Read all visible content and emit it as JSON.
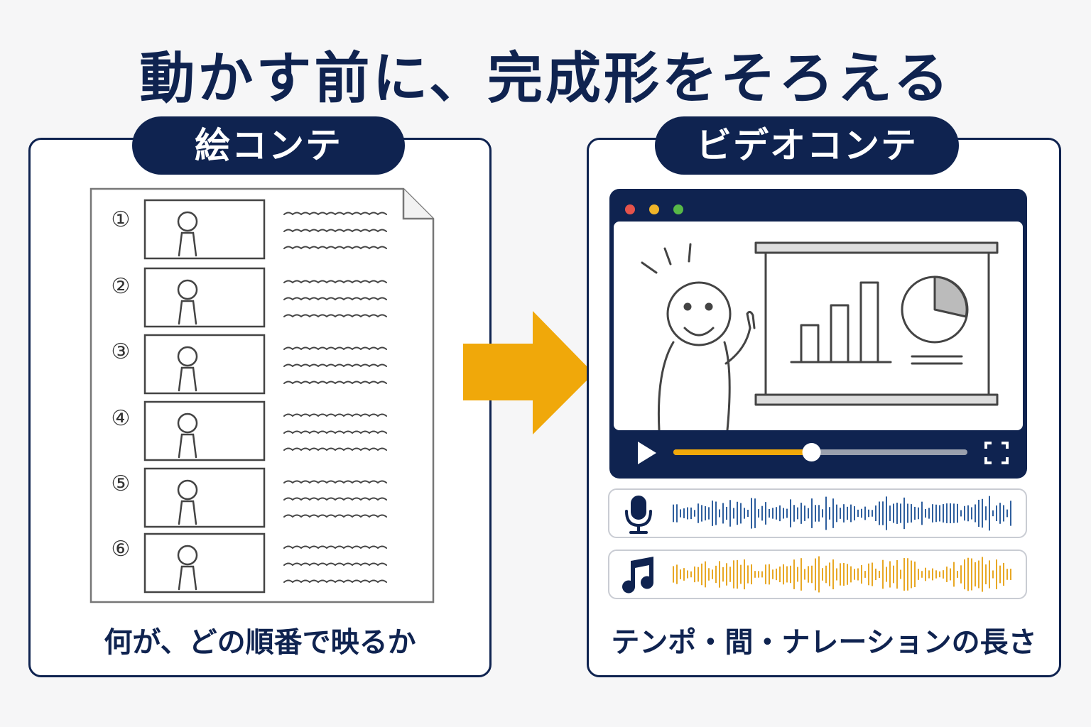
{
  "title": "動かす前に、完成形をそろえる",
  "left": {
    "label": "絵コンテ",
    "caption": "何が、どの順番で映るか",
    "frames": [
      "①",
      "②",
      "③",
      "④",
      "⑤",
      "⑥"
    ]
  },
  "right": {
    "label": "ビデオコンテ",
    "caption": "テンポ・間・ナレーションの長さ",
    "player": {
      "progress": 0.47
    },
    "tracks": [
      {
        "icon": "microphone-icon",
        "color": "#2f5f9e"
      },
      {
        "icon": "music-note-icon",
        "color": "#e8a825"
      }
    ]
  },
  "colors": {
    "navy": "#0f2350",
    "arrow": "#f0a80a",
    "progress": "#f0a80a",
    "voice_wave": "#2f5f9e",
    "music_wave": "#e8a825",
    "dot_red": "#e5534b",
    "dot_yellow": "#f0b429",
    "dot_green": "#57b847"
  }
}
